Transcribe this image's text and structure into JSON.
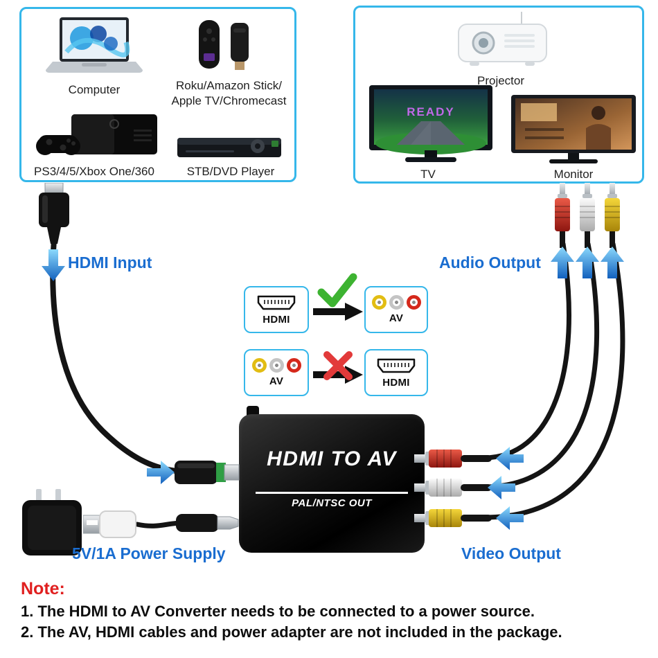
{
  "sources_panel": {
    "computer_label": "Computer",
    "streaming_label": "Roku/Amazon Stick/\nApple TV/Chromecast",
    "console_label": "PS3/4/5/Xbox One/360",
    "stb_label": "STB/DVD Player"
  },
  "displays_panel": {
    "projector_label": "Projector",
    "tv_label": "TV",
    "tv_screen_text": "READY",
    "monitor_label": "Monitor"
  },
  "flow_labels": {
    "hdmi_input": "HDMI Input",
    "audio_output": "Audio Output",
    "video_output": "Video Output",
    "power_supply": "5V/1A Power Supply"
  },
  "conversion_guide": {
    "row1": {
      "from": "HDMI",
      "to": "AV",
      "result": "supported"
    },
    "row2": {
      "from": "AV",
      "to": "HDMI",
      "result": "not-supported"
    }
  },
  "converter": {
    "title": "HDMI TO AV",
    "subtitle": "PAL/NTSC OUT"
  },
  "notes": {
    "heading": "Note:",
    "line1": "1. The HDMI to AV Converter needs to be connected to a power source.",
    "line2": "2. The AV, HDMI cables and power adapter are not included in the package."
  },
  "colors": {
    "panel_border": "#35b7ea",
    "label_blue": "#1a6dd0",
    "arrow_blue": "#1e88e5",
    "note_red": "#e01f1f",
    "check_green": "#3db331",
    "cross_red": "#e23a3a",
    "rca_red": "#d22a1c",
    "rca_white": "#e9e9e9",
    "rca_yellow": "#e8c41f",
    "converter_black": "#0b0b0b"
  }
}
